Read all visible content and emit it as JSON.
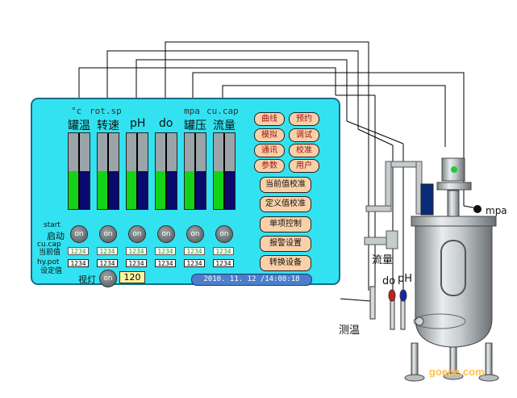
{
  "channels": [
    {
      "en": "°c",
      "zh": "罐温",
      "level": 0.5,
      "on_label": "on",
      "cur": "1234",
      "set": "1234"
    },
    {
      "en": "rot.sp",
      "zh": "转速",
      "level": 0.5,
      "on_label": "on",
      "cur": "1234",
      "set": "1234"
    },
    {
      "en": "",
      "zh": "pH",
      "level": 0.5,
      "on_label": "on",
      "cur": "1234",
      "set": "1234"
    },
    {
      "en": "",
      "zh": "do",
      "level": 0.5,
      "on_label": "on",
      "cur": "1234",
      "set": "1234"
    },
    {
      "en": "mpa",
      "zh": "罐压",
      "level": 0.5,
      "on_label": "on",
      "cur": "1234",
      "set": "1234"
    },
    {
      "en": "cu.cap",
      "zh": "流量",
      "level": 0.5,
      "on_label": "on",
      "cur": "1234",
      "set": "1234"
    }
  ],
  "row_labels": {
    "start_en": "start",
    "start_zh": "启动",
    "current_en": "cu.cap",
    "current_zh": "当前值",
    "setpoint_en": "hy.pot",
    "setpoint_zh": "设定值"
  },
  "lamp": {
    "label": "视灯",
    "on_label": "on",
    "value": "120"
  },
  "function_buttons": [
    "曲线",
    "预约",
    "模拟",
    "调试",
    "通讯",
    "校准",
    "参数",
    "用户"
  ],
  "big_buttons": [
    "当前值校准",
    "定义值校准",
    "单项控制",
    "报警设置",
    "转换设备"
  ],
  "datetime": "2010. 11. 12  /14:08:18",
  "vessel_labels": {
    "mpa": "mpa",
    "flow": "流量",
    "do": "do",
    "ph": "pH",
    "temp": "测温"
  },
  "brand": "goepe.com",
  "colors": {
    "panel": "#33e2f0",
    "green": "#14d316",
    "navy": "#0a0a6e",
    "button": "#f9d0a8",
    "clock": "#4b7ecb"
  }
}
